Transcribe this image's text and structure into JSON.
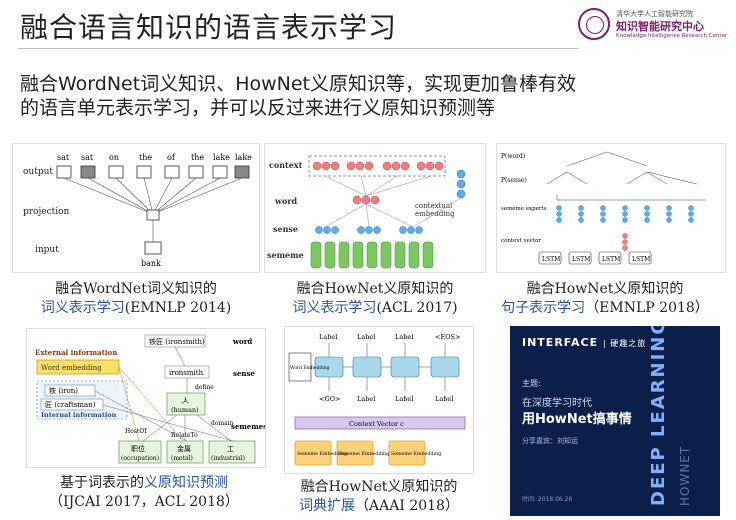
{
  "header": {
    "title": "融合语言知识的语言表示学习",
    "logo_university": "清华大学人工智能研究院",
    "logo_center": "知识智能研究中心",
    "logo_center_en": "Knowledge Intelligence Research Center"
  },
  "intro": {
    "line1": "融合WordNet词义知识、HowNet义原知识等，实现更加鲁棒有效",
    "line2": "的语言单元表示学习，并可以反过来进行义原知识预测等"
  },
  "panel1": {
    "output_label": "output",
    "projection_label": "projection",
    "input_label": "input",
    "words": [
      "sat",
      "sat",
      "on",
      "the",
      "of",
      "the",
      "lake",
      "lake"
    ],
    "input_word": "bank",
    "caption_line1": "融合WordNet词义知识的",
    "caption_line2_hl": "词义表示学习",
    "caption_line2_rest": "(EMNLP 2014)"
  },
  "panel2": {
    "context_label": "context",
    "word_label": "word",
    "sense_label": "sense",
    "sememe_label": "sememe",
    "contextual_label": "contextual",
    "embedding_label": "embedding",
    "caption_line1": "融合HowNet义原知识的",
    "caption_line2_hl": "词义表示学习",
    "caption_line2_rest": "(ACL 2017)"
  },
  "panel3": {
    "pword_label": "P(word)",
    "psense_label": "P(sense)",
    "sememe_experts_label": "sememe experts",
    "context_vector_label": "context vector",
    "lstm_label": "LSTM",
    "caption_line1": "融合HowNet义原知识的",
    "caption_line2_hl": "句子表示学习",
    "caption_line2_rest": "（EMNLP 2018）"
  },
  "panel4": {
    "ironsmith_cn": "铁匠 (ironsmith)",
    "word_label": "word",
    "external_info": "External information",
    "word_embedding": "Word embedding",
    "ironsmith": "ironsmith",
    "sense_label": "sense",
    "define_label": "define",
    "iron_item": "铁 (iron)",
    "craftsman_item": "匠 (craftsman)",
    "internal_info": "Internal information",
    "human_cn": "人",
    "human_en": "(human)",
    "domain_label": "domain",
    "sememes_label": "sememes",
    "hostof_label": "HostOf",
    "relateto_label": "RelateTo",
    "occupation": "职位",
    "occupation_en": "(occupation)",
    "metal": "金属",
    "metal_en": "(metal)",
    "industrial": "工",
    "industrial_en": "(industrial)",
    "caption_line1_pre": "基于词表示的",
    "caption_line1_hl": "义原知识预测",
    "caption_line2": "（IJCAI 2017，ACL 2018）"
  },
  "panel5": {
    "label": "Label",
    "go": "<GO>",
    "eos": "<EOS>",
    "word_embedding": "Word Embedding",
    "context_vector": "Context Vector c",
    "sememe_embedding": "Sememe Embedding",
    "caption_line1": "融合HowNet义原知识的",
    "caption_line2_hl": "词典扩展",
    "caption_line2_rest": "（AAAI 2018）"
  },
  "cover": {
    "brand": "INTERFACE",
    "brand_cn": "| 硬趣之旅",
    "topic": "主题:",
    "sub1": "在深度学习时代",
    "sub2": "用HowNet搞事情",
    "speaker": "分享嘉宾：刘知远",
    "vertical": "DEEP LEARNING",
    "vertical2": "HOWNET",
    "date": "时间: 2018.06.26"
  }
}
